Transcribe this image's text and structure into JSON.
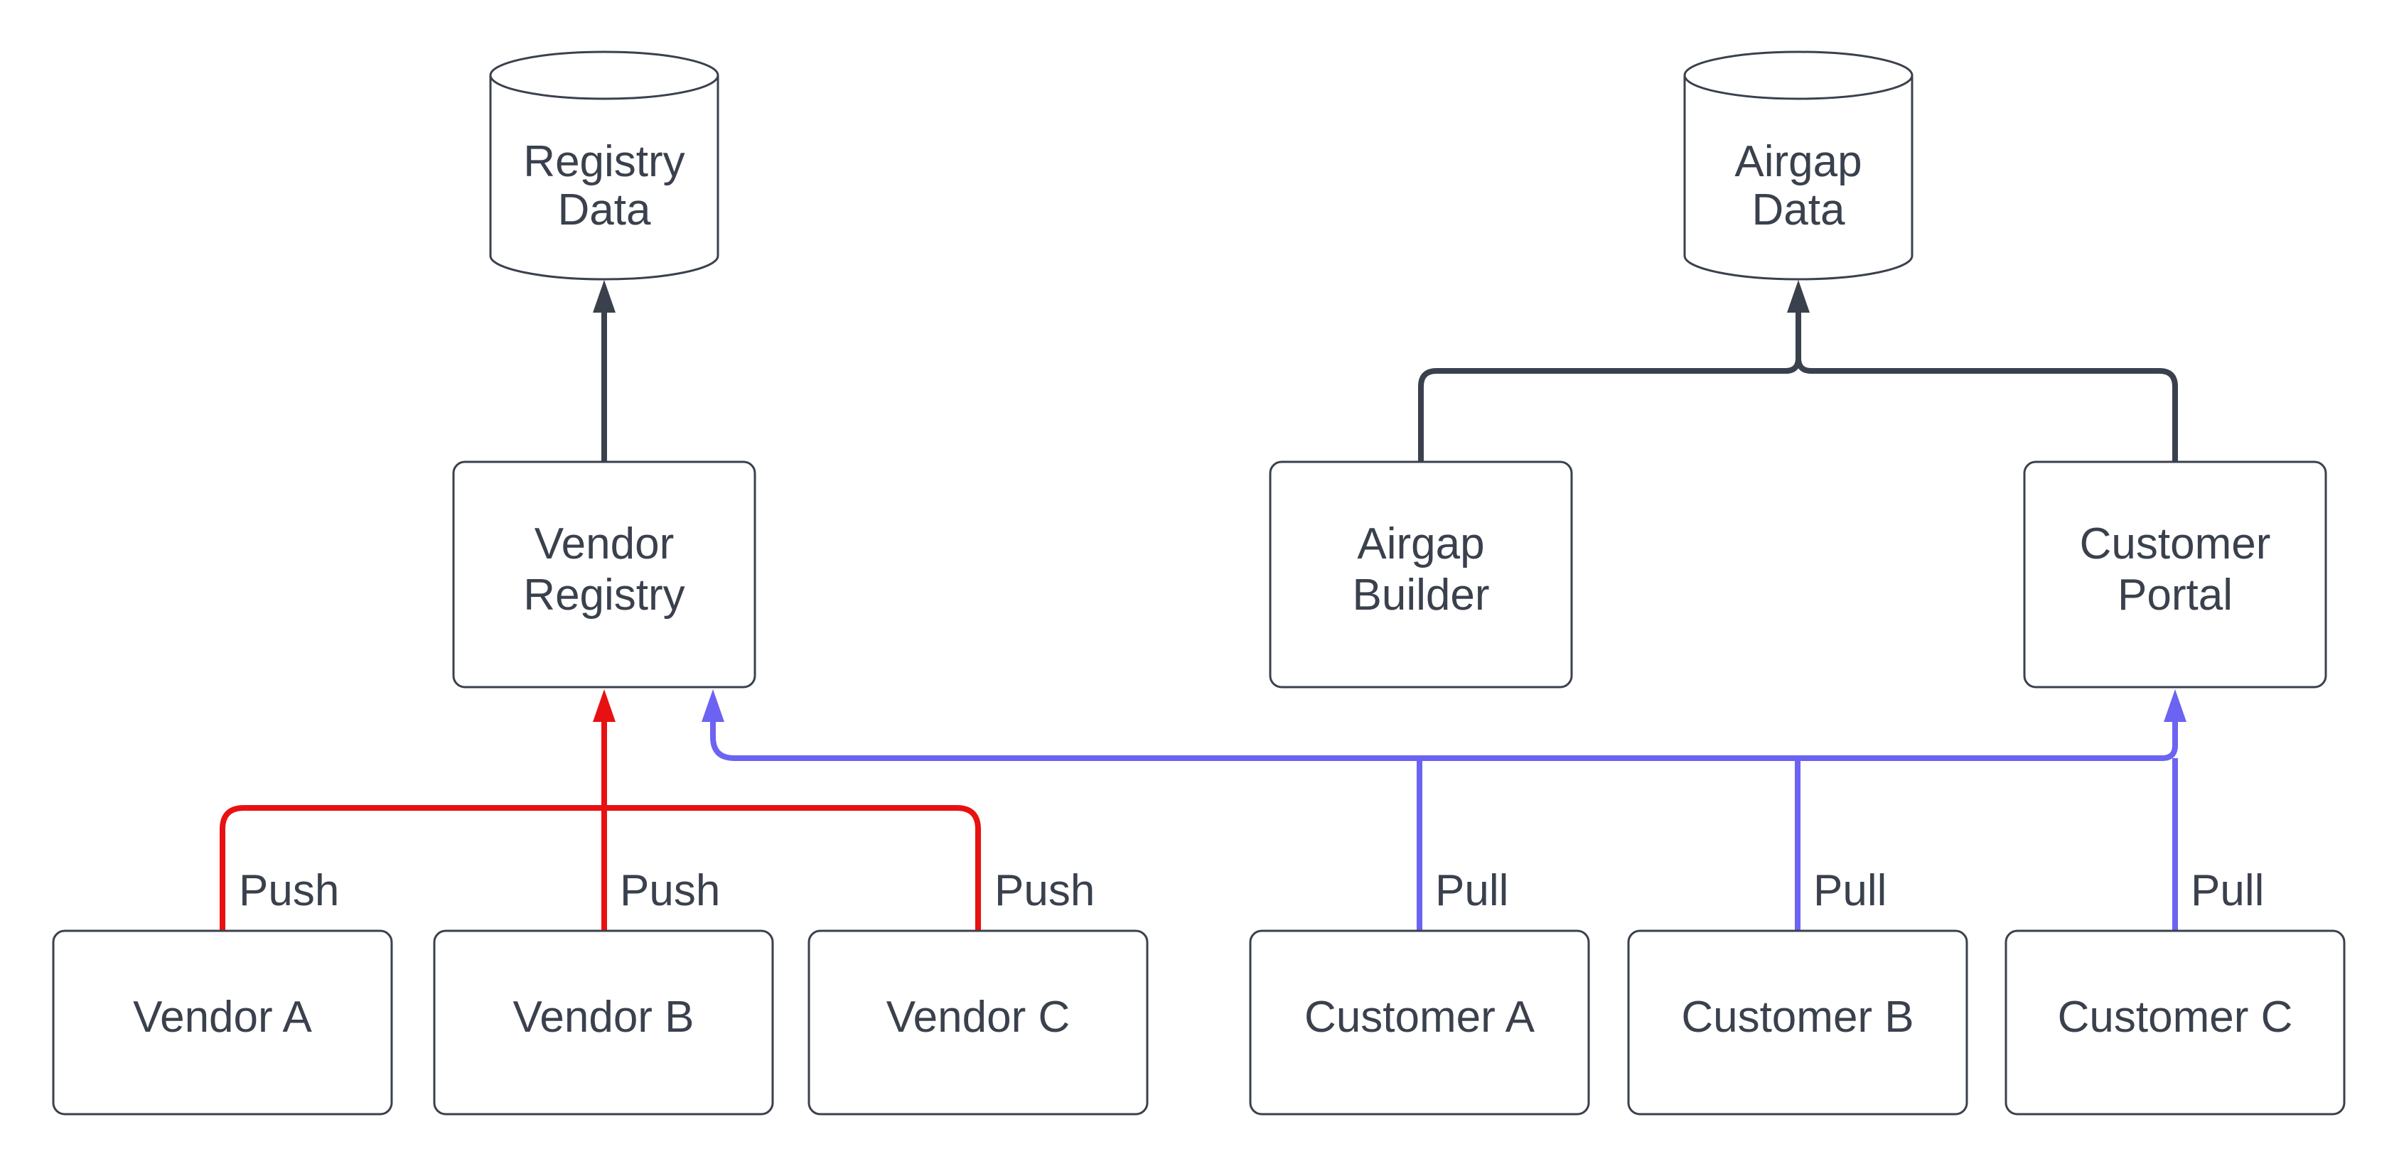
{
  "diagram": {
    "background": "#FFFFFF",
    "colors": {
      "node_stroke": "#3A414D",
      "text": "#3A414D",
      "node_fill": "#FFFFFF",
      "push_edge": "#E81111",
      "pull_edge": "#6C63F2",
      "dark_edge": "#3A414D"
    },
    "labels": {
      "push": "Push",
      "pull": "Pull"
    },
    "nodes": {
      "registry_data": {
        "type": "datastore-cylinder",
        "line1": "Registry",
        "line2": "Data"
      },
      "airgap_data": {
        "type": "datastore-cylinder",
        "line1": "Airgap",
        "line2": "Data"
      },
      "vendor_registry": {
        "type": "process-box",
        "line1": "Vendor",
        "line2": "Registry"
      },
      "airgap_builder": {
        "type": "process-box",
        "line1": "Airgap",
        "line2": "Builder"
      },
      "customer_portal": {
        "type": "process-box",
        "line1": "Customer",
        "line2": "Portal"
      },
      "vendor_a": {
        "type": "process-box",
        "label": "Vendor A"
      },
      "vendor_b": {
        "type": "process-box",
        "label": "Vendor B"
      },
      "vendor_c": {
        "type": "process-box",
        "label": "Vendor C"
      },
      "customer_a": {
        "type": "process-box",
        "label": "Customer A"
      },
      "customer_b": {
        "type": "process-box",
        "label": "Customer B"
      },
      "customer_c": {
        "type": "process-box",
        "label": "Customer C"
      }
    },
    "edges": [
      {
        "from": "Vendor Registry",
        "to": "Registry Data",
        "style": "dark-arrow",
        "label": ""
      },
      {
        "from": "Airgap Builder",
        "to": "Airgap Data",
        "style": "dark-arrow",
        "label": ""
      },
      {
        "from": "Customer Portal",
        "to": "Airgap Data",
        "style": "dark-arrow",
        "label": ""
      },
      {
        "from": "Vendor A",
        "to": "Vendor Registry",
        "style": "red-arrow",
        "label": "Push"
      },
      {
        "from": "Vendor B",
        "to": "Vendor Registry",
        "style": "red-arrow",
        "label": "Push"
      },
      {
        "from": "Vendor C",
        "to": "Vendor Registry",
        "style": "red-arrow",
        "label": "Push"
      },
      {
        "from": "Customer A",
        "to": "Vendor Registry, Customer Portal",
        "style": "blue-arrow",
        "label": "Pull"
      },
      {
        "from": "Customer B",
        "to": "Vendor Registry, Customer Portal",
        "style": "blue-arrow",
        "label": "Pull"
      },
      {
        "from": "Customer C",
        "to": "Vendor Registry, Customer Portal",
        "style": "blue-arrow",
        "label": "Pull"
      }
    ]
  }
}
